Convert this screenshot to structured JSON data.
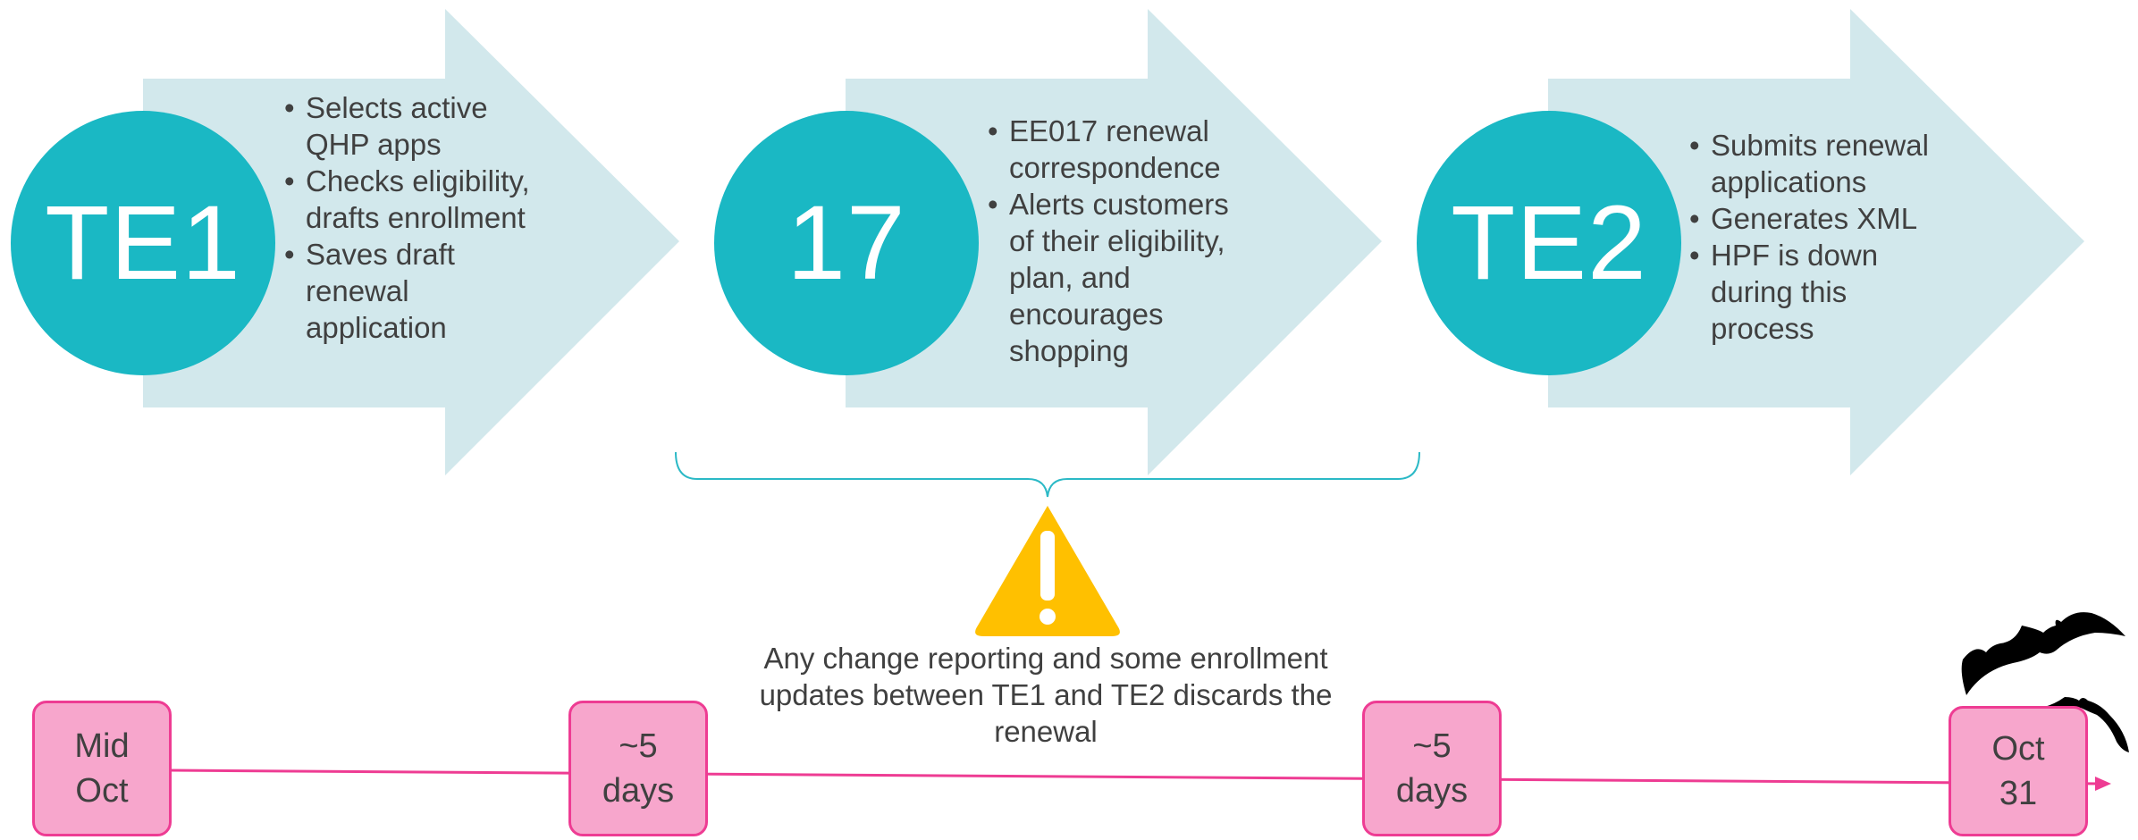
{
  "steps": [
    {
      "circle_label": "TE1",
      "bullets": [
        "Selects active QHP apps",
        "Checks eligibility, drafts enrollment",
        "Saves draft renewal application"
      ]
    },
    {
      "circle_label": "17",
      "bullets": [
        "EE017 renewal correspondence",
        "Alerts customers of their eligibility, plan, and encourages shopping"
      ]
    },
    {
      "circle_label": "TE2",
      "bullets": [
        "Submits renewal applications",
        "Generates XML",
        "HPF is down during this process"
      ]
    }
  ],
  "warning": {
    "icon": "warning-triangle-icon",
    "text": "Any change reporting and some enrollment updates between TE1 and TE2 discards the renewal"
  },
  "timeline": [
    {
      "line1": "Mid",
      "line2": "Oct"
    },
    {
      "line1": "~5",
      "line2": "days"
    },
    {
      "line1": "~5",
      "line2": "days"
    },
    {
      "line1": "Oct",
      "line2": "31"
    }
  ],
  "decorations": [
    "bat-icon",
    "bat-icon"
  ],
  "colors": {
    "arrow": "#d2e8ec",
    "circle": "#1ab8c4",
    "bracket": "#2bb9c6",
    "warning": "#ffc000",
    "timeline_line": "#ee3c93",
    "date_box_fill": "#f7a6cc",
    "bat": "#000000"
  }
}
